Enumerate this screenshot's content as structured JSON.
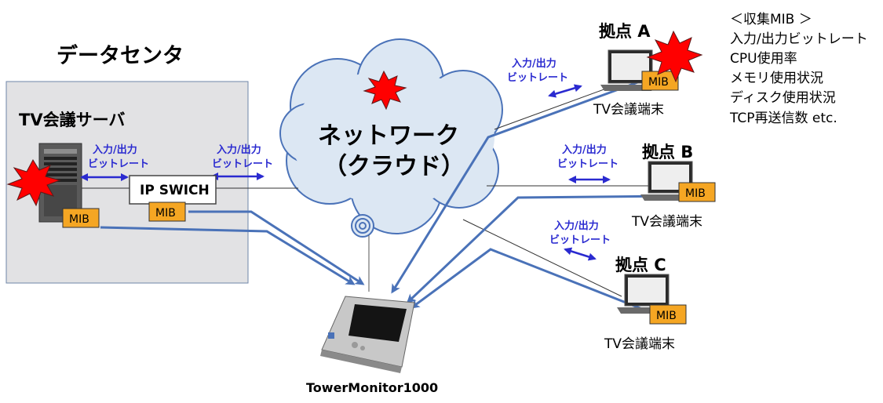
{
  "datacenter": {
    "title": "データセンタ",
    "server_label": "TV会議サーバ",
    "mib": "MIB"
  },
  "switch": {
    "label": "IP SWICH",
    "mib": "MIB"
  },
  "network": {
    "line1": "ネットワーク",
    "line2": "（クラウド）"
  },
  "bandwidth_label": {
    "line1": "入力/出力",
    "line2": "ビットレート"
  },
  "sites": [
    {
      "name": "拠点  A",
      "terminal": "TV会議端末",
      "mib": "MIB"
    },
    {
      "name": "拠点  B",
      "terminal": "TV会議端末",
      "mib": "MIB"
    },
    {
      "name": "拠点  C",
      "terminal": "TV会議端末",
      "mib": "MIB"
    }
  ],
  "monitor": {
    "label": "TowerMonitor1000"
  },
  "mib_list": {
    "title": "＜収集MIB ＞",
    "items": [
      "入力/出力ビットレート",
      "CPU使用率",
      "メモリ使用状況",
      "ディスク使用状況",
      "TCP再送信数  etc."
    ]
  },
  "colors": {
    "arrow_blue": "#4a72b8",
    "bw_blue": "#2a2ad0",
    "mib_orange": "#f5a623",
    "alert_red": "#ff0000",
    "cloud_fill": "#dce7f3",
    "datacenter_fill": "#e2e2e4"
  }
}
